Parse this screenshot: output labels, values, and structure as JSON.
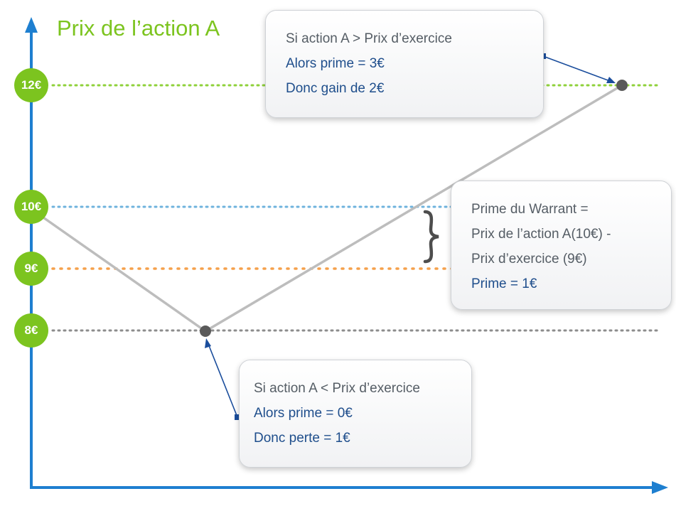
{
  "title": "Prix de l’action A",
  "price_levels": [
    {
      "id": "p12",
      "label": "12€",
      "line_color": "#8fd13a"
    },
    {
      "id": "p10",
      "label": "10€",
      "line_color": "#6fb3dd"
    },
    {
      "id": "p9",
      "label": "9€",
      "line_color": "#f5a04b"
    },
    {
      "id": "p8",
      "label": "8€",
      "line_color": "#8c8c8c"
    }
  ],
  "boxes": {
    "top": {
      "line1": "Si action A > Prix d’exercice",
      "line2": "Alors prime = 3€",
      "line3": "Donc gain de  2€"
    },
    "right": {
      "line1": "Prime du Warrant =",
      "line2": "Prix de l’action A(10€) -",
      "line3": "Prix d’exercice (9€)",
      "line4": "Prime = 1€"
    },
    "bottom": {
      "line1": "Si action A < Prix d’exercice",
      "line2": "Alors prime = 0€",
      "line3": "Donc perte = 1€"
    }
  },
  "colors": {
    "accent_green": "#7cc41f",
    "axis_blue": "#1e7fd0",
    "text_blue": "#1f4e8c",
    "text_gray": "#555d65",
    "price_path": "#bdbdbd",
    "pointer_blue": "#1a4d9c"
  }
}
